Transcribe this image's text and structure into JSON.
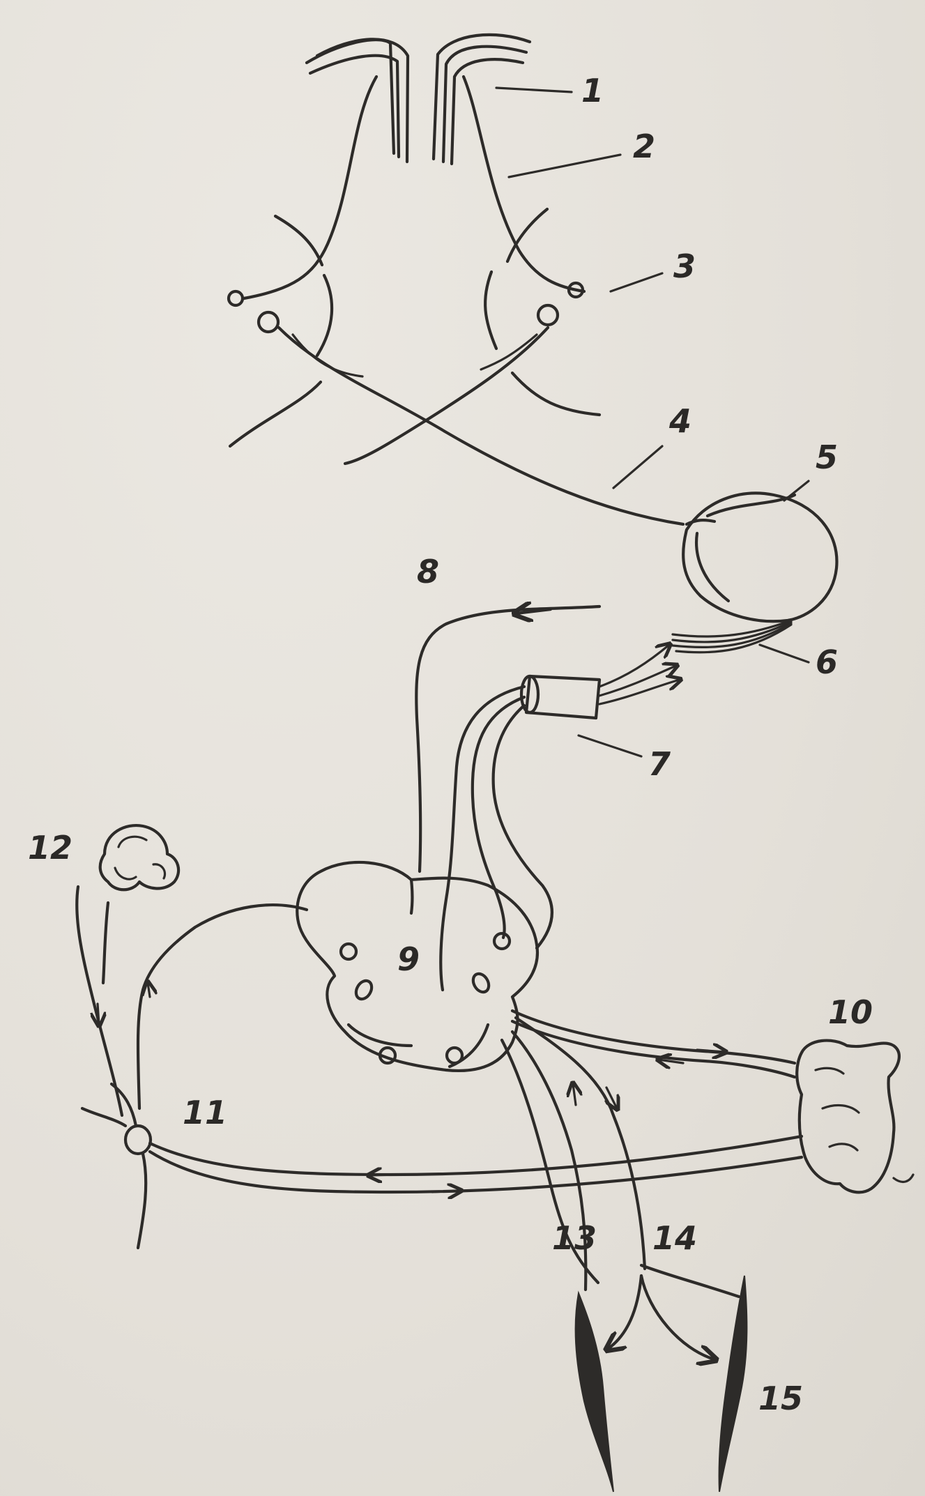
{
  "labels": {
    "l1": "1",
    "l2": "2",
    "l3": "3",
    "l4": "4",
    "l5": "5",
    "l6": "6",
    "l7": "7",
    "l8": "8",
    "l9": "9",
    "l10": "10",
    "l11": "11",
    "l12": "12",
    "l13": "13",
    "l14": "14",
    "l15": "15"
  },
  "colors": {
    "paper": "#e6e2dc",
    "ink": "#2d2b29"
  }
}
